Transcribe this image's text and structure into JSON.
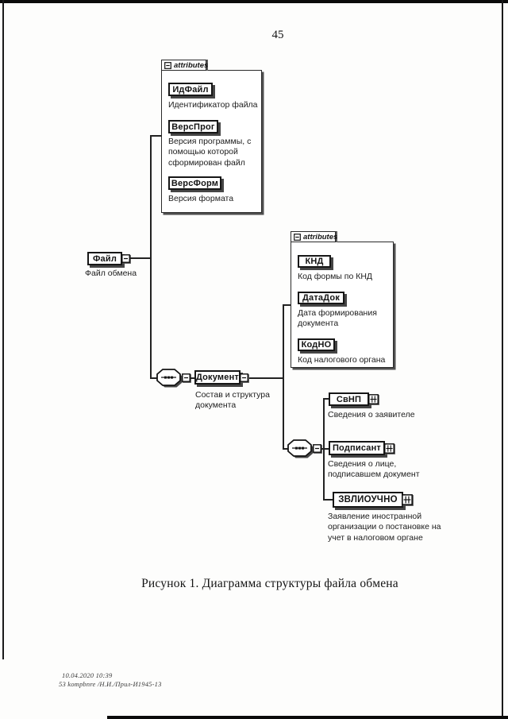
{
  "page": {
    "number": "45",
    "caption": "Рисунок 1. Диаграмма структуры файла обмена",
    "footer_line1": "10.04.2020 10:39",
    "footer_line2": "53 kompbnre /Н.И./Прил-И1945-13"
  },
  "diagram": {
    "root": {
      "name": "Файл",
      "desc": "Файл обмена"
    },
    "attributes1": {
      "tab": "attributes",
      "items": [
        {
          "name": "ИдФайл",
          "desc": "Идентификатор файла"
        },
        {
          "name": "ВерсПрог",
          "desc": "Версия программы, с\nпомощью которой\nсформирован файл"
        },
        {
          "name": "ВерсФорм",
          "desc": "Версия формата"
        }
      ]
    },
    "document": {
      "name": "Документ",
      "desc": "Состав и структура\nдокумента"
    },
    "attributes2": {
      "tab": "attributes",
      "items": [
        {
          "name": "КНД",
          "desc": "Код формы по КНД"
        },
        {
          "name": "ДатаДок",
          "desc": "Дата формирования\nдокумента"
        },
        {
          "name": "КодНО",
          "desc": "Код налогового органа"
        }
      ]
    },
    "children": [
      {
        "name": "СвНП",
        "desc": "Сведения о заявителе"
      },
      {
        "name": "Подписант",
        "desc": "Сведения о лице,\nподписавшем документ"
      },
      {
        "name": "ЗВЛИОУЧНО",
        "desc": "Заявление иностранной\nорганизации о постановке на\nучет в налоговом органе"
      }
    ]
  }
}
